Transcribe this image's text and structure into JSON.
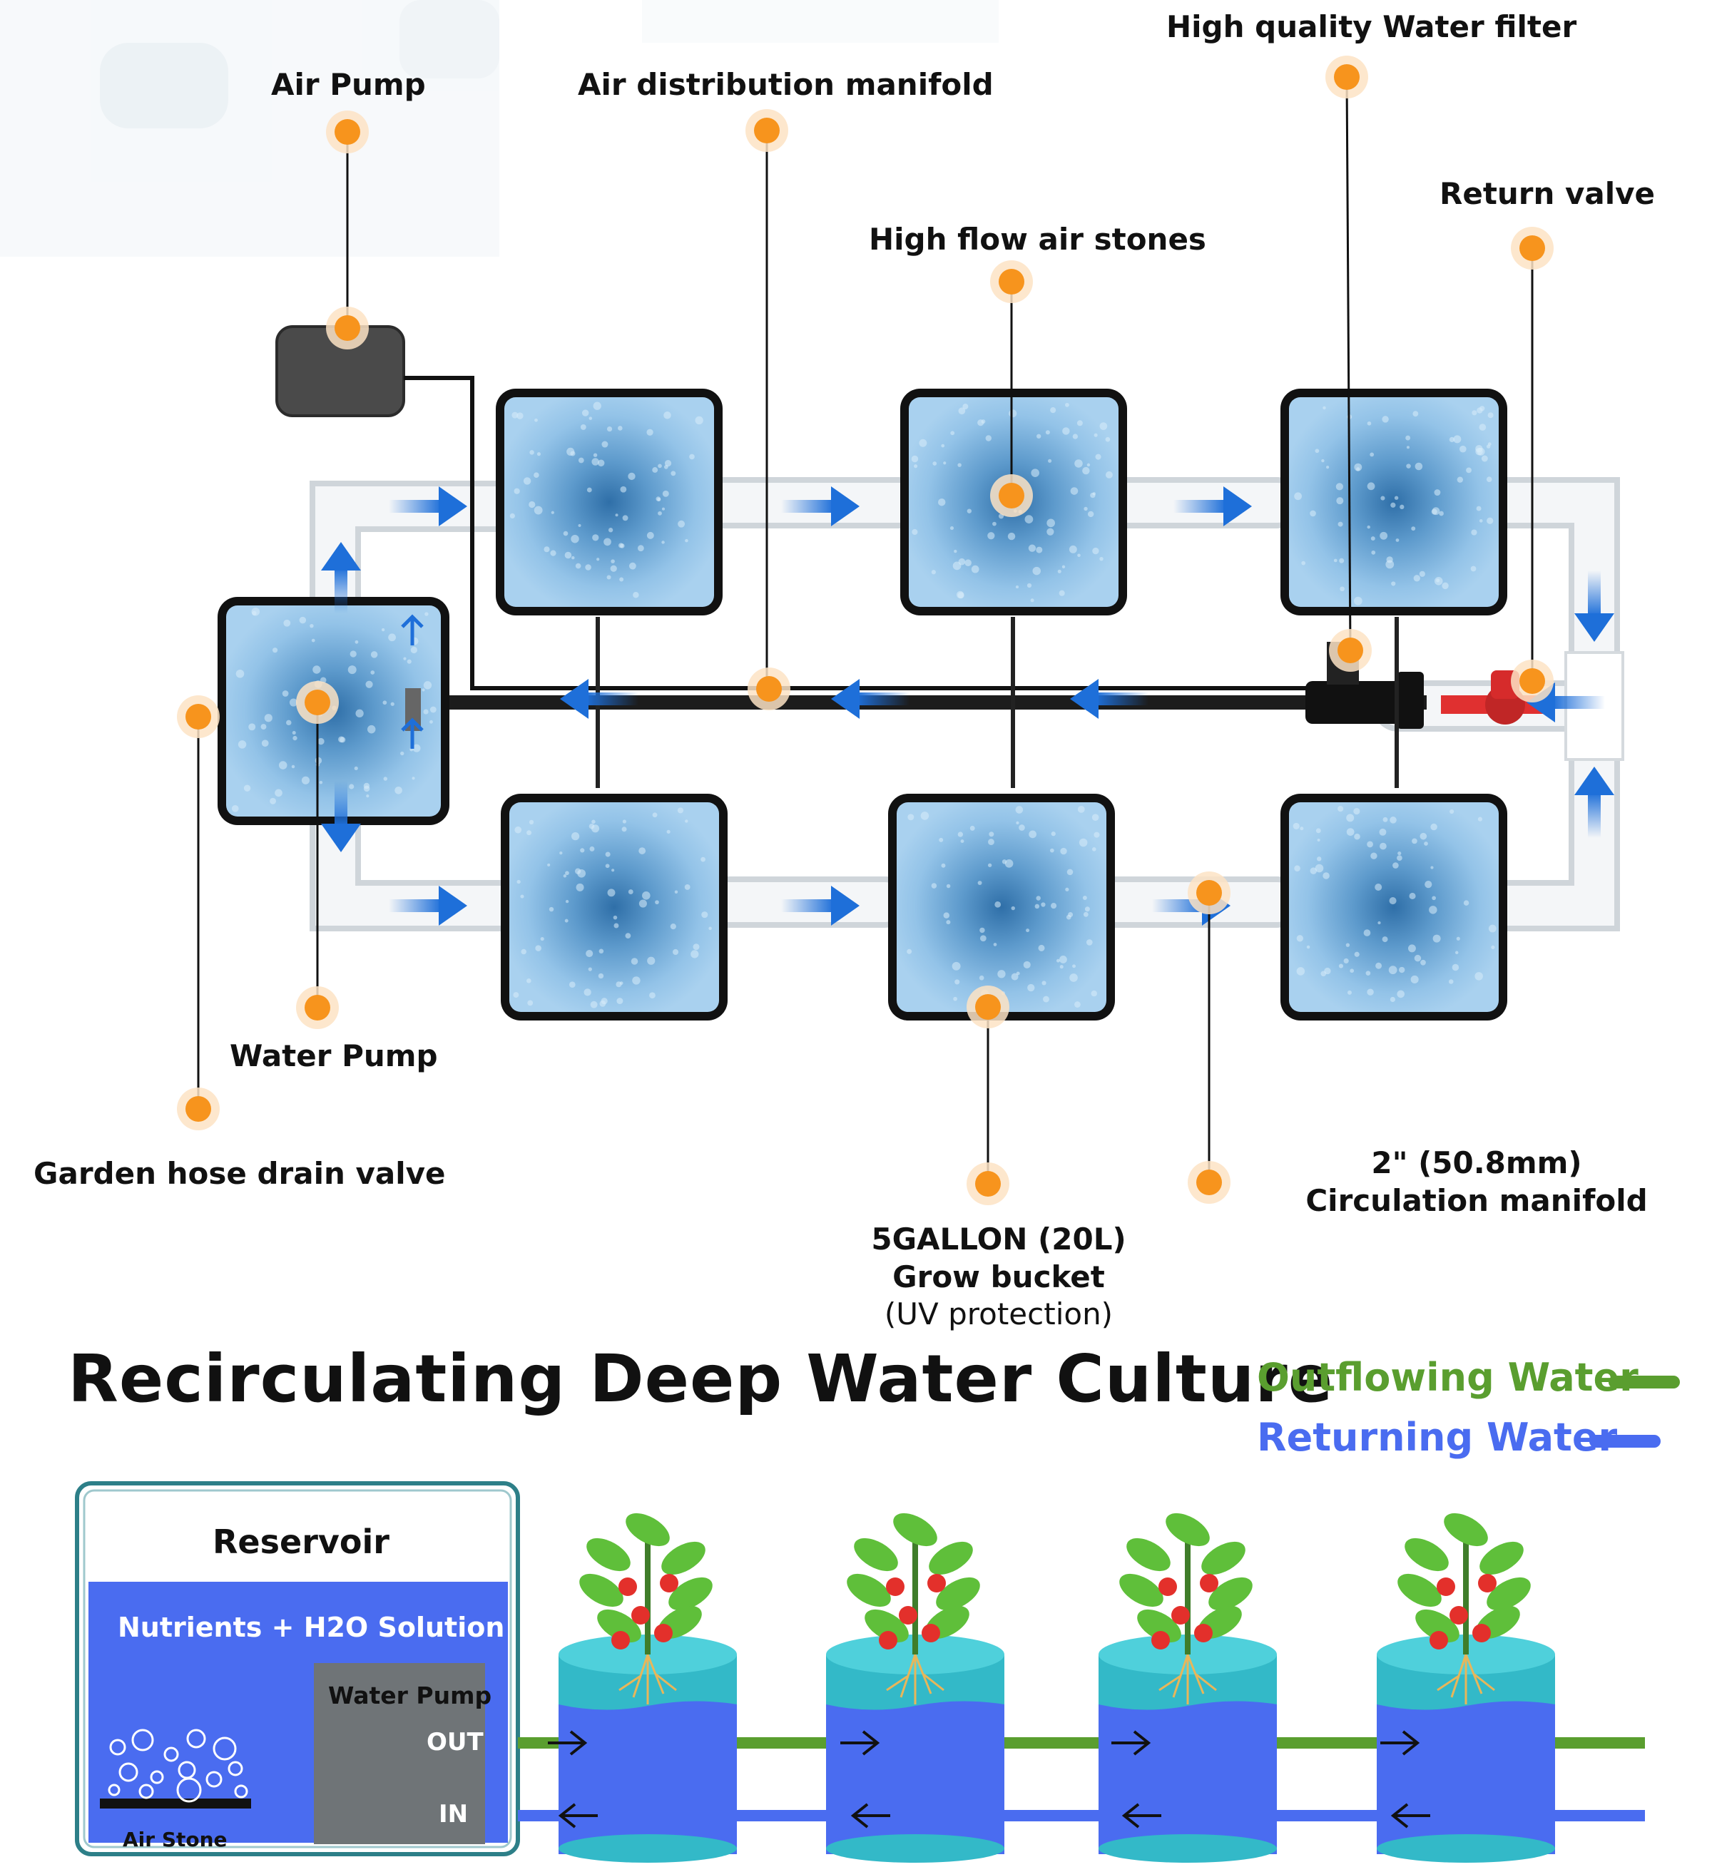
{
  "labels": {
    "air_pump": "Air Pump",
    "air_manifold": "Air distribution manifold",
    "water_filter": "High quality Water filter",
    "return_valve": "Return valve",
    "air_stones": "High flow air stones",
    "water_pump": "Water Pump",
    "drain_valve": "Garden hose drain valve",
    "bucket_line1": "5GALLON (20L)",
    "bucket_line2": "Grow bucket",
    "bucket_line3": "(UV protection)",
    "circ_line1": "2\" (50.8mm)",
    "circ_line2": "Circulation manifold"
  },
  "title": "Recirculating Deep Water Culture",
  "legend": {
    "outflow": "Outflowing Water",
    "return": "Returning Water",
    "outflow_color": "#5a9e2f",
    "return_color": "#4a6cf0"
  },
  "reservoir": {
    "title": "Reservoir",
    "solution": "Nutrients + H2O Solution",
    "pump": "Water Pump",
    "out": "OUT",
    "in": "IN",
    "air_stone": "Air Stone"
  },
  "colors": {
    "callout": "#f7941d",
    "bucket_fill": "#9cc7ea",
    "flow_arrow": "#1e6fd9",
    "pipe": "#eef1f4",
    "reservoir_water": "#4a6cf0",
    "plant_bucket": "#4a6cf0",
    "plant_top": "#33b9c8"
  }
}
